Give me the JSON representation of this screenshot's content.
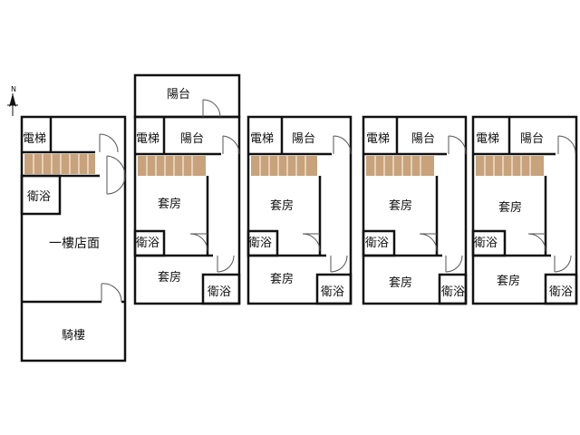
{
  "compass": {
    "label": "N"
  },
  "labels": {
    "elevator": "電梯",
    "balcony": "陽台",
    "bathroom": "衛浴",
    "suite": "套房",
    "shop": "一樓店面",
    "arcade": "騎樓"
  },
  "colors": {
    "wall": "#111111",
    "stair": "#c8a27a",
    "stair_line": "#ffffff",
    "door": "#555555",
    "background": "#ffffff"
  }
}
